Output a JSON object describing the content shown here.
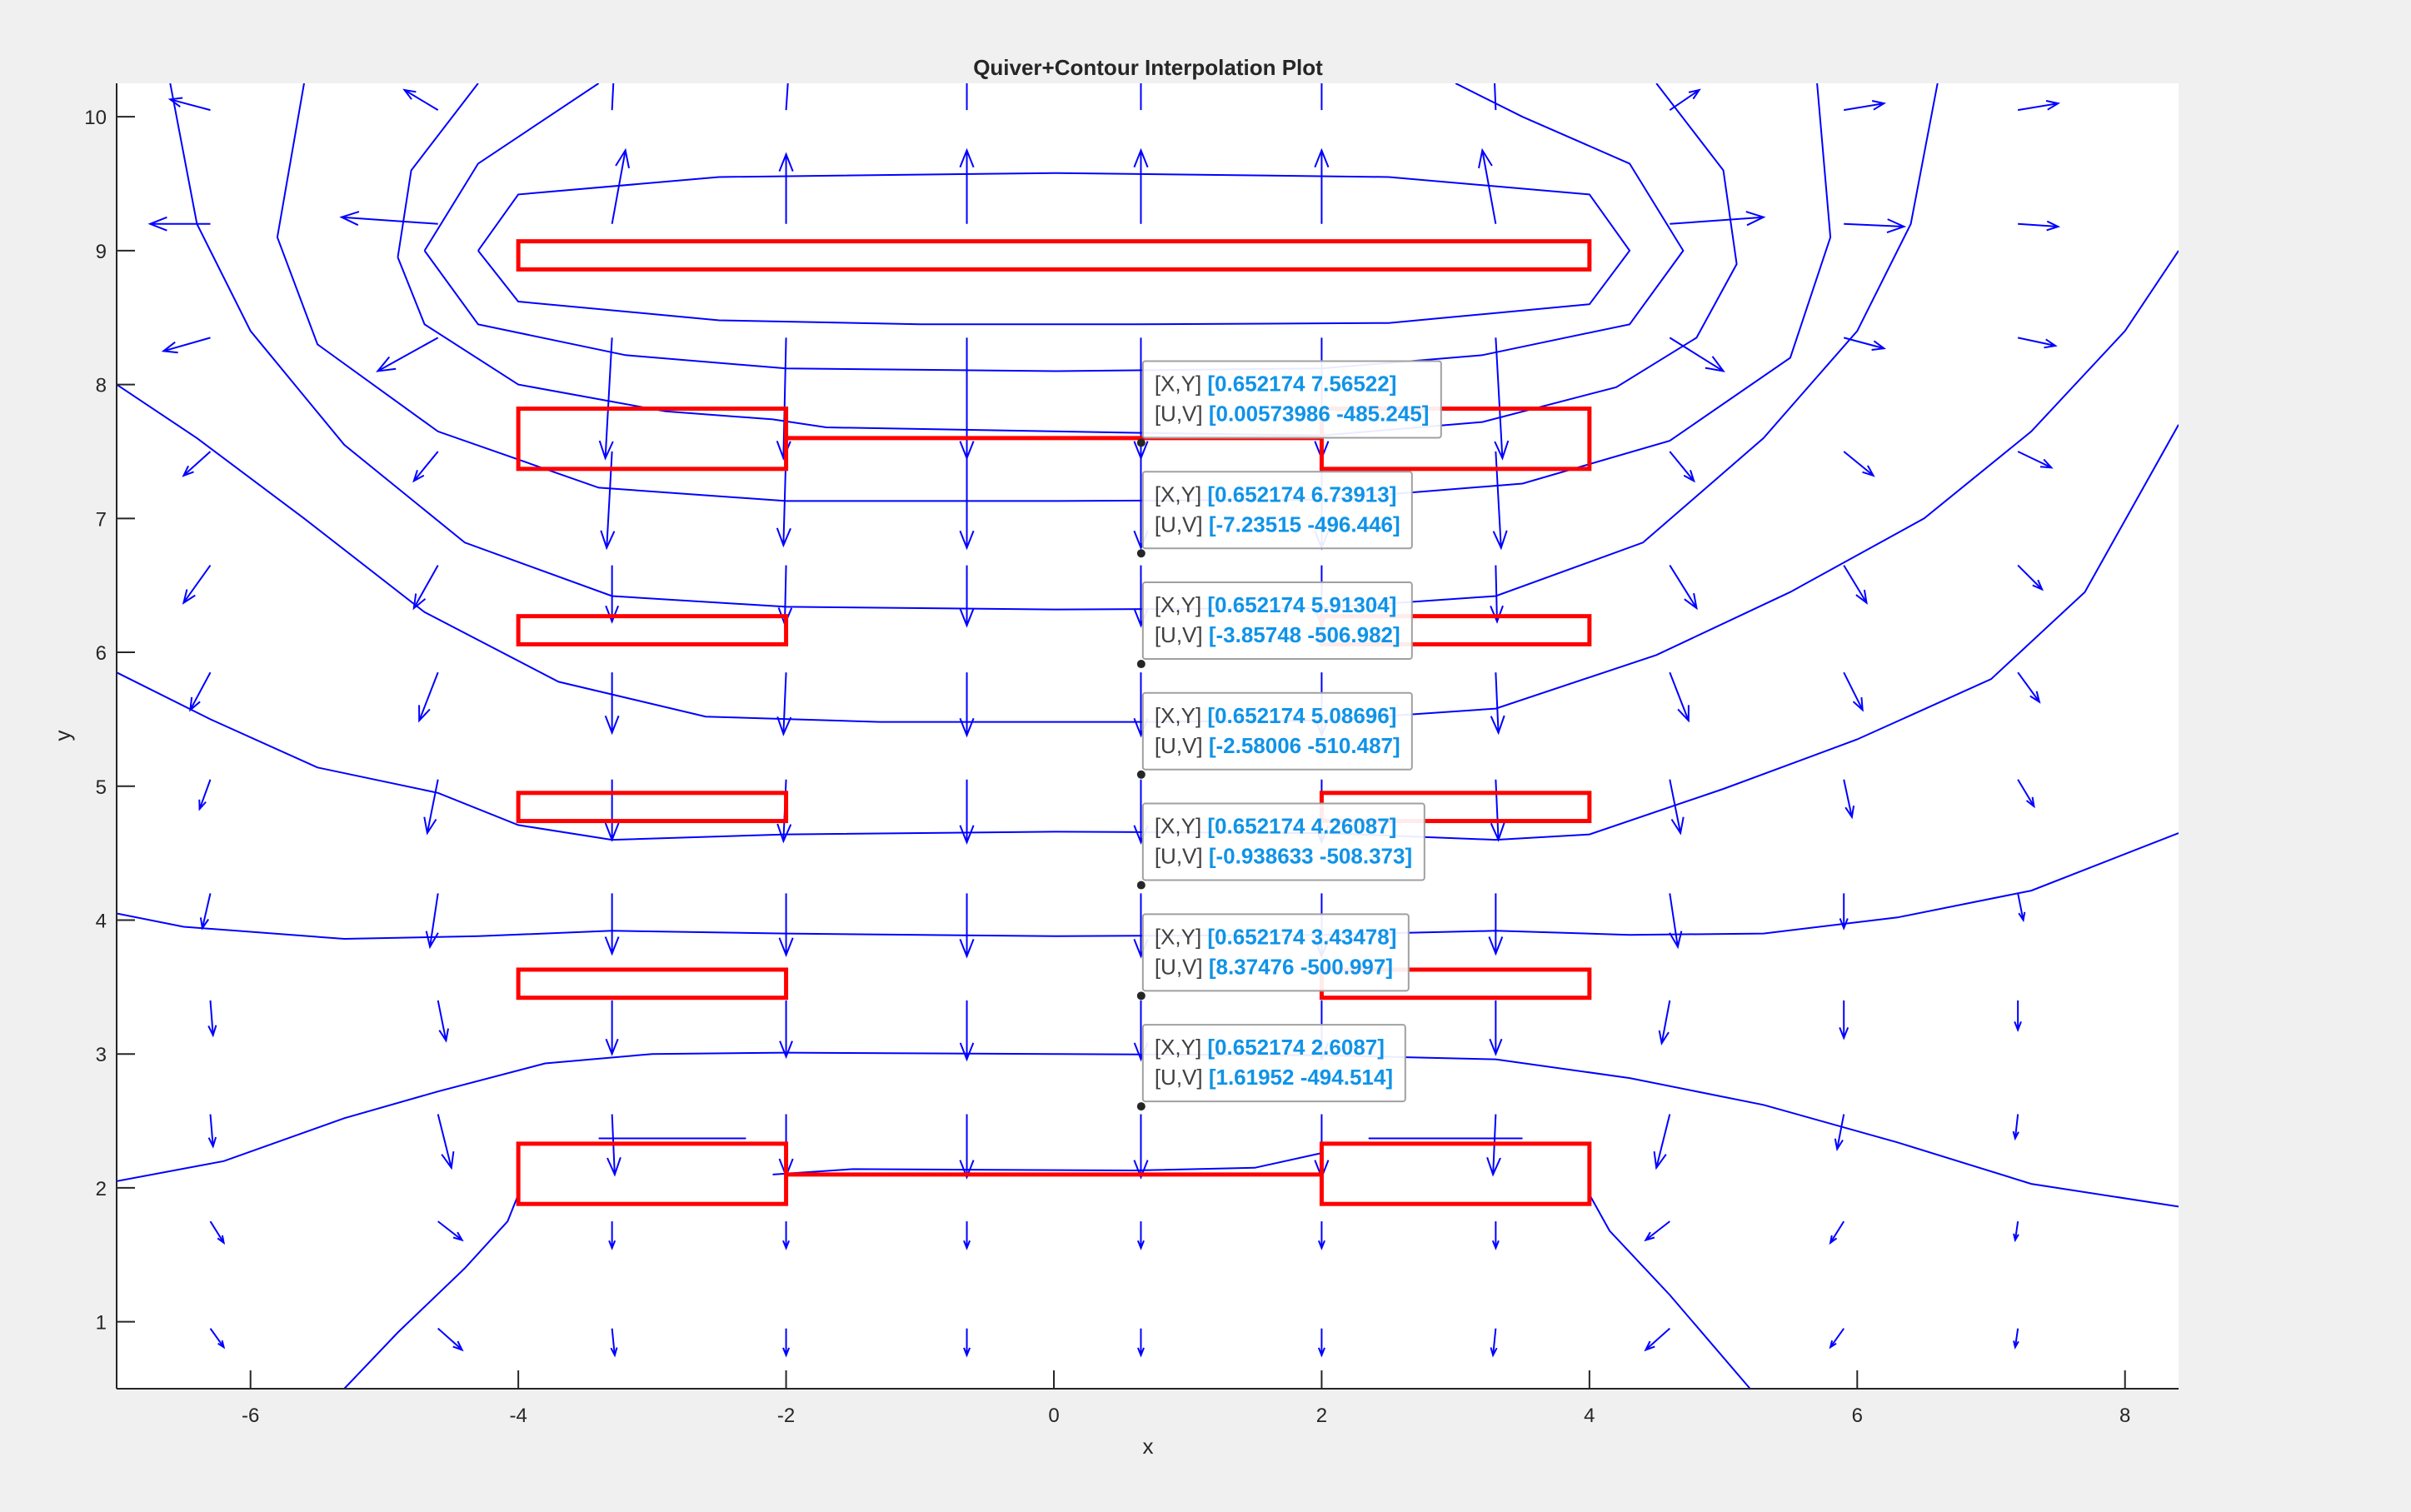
{
  "chart_data": {
    "type": "quiver+contour",
    "title": "Quiver+Contour Interpolation Plot",
    "xlabel": "x",
    "ylabel": "y",
    "xlim": [
      -7,
      8.4
    ],
    "ylim": [
      0.5,
      10.25
    ],
    "xticks": [
      -6,
      -4,
      -2,
      0,
      2,
      4,
      6,
      8
    ],
    "yticks": [
      1,
      2,
      3,
      4,
      5,
      6,
      7,
      8,
      9,
      10
    ],
    "colors": {
      "quiver": "#0000ff",
      "contour": "#0000ff",
      "electrodes": "#ff0000",
      "tip_value": "#0f93e8",
      "axes_bg": "#ffffff",
      "figure_bg": "#f0f0f0"
    },
    "electrodes": [
      {
        "x": [
          -4,
          4
        ],
        "y": [
          8.86,
          9.07
        ]
      },
      {
        "x": [
          -4,
          -2
        ],
        "y": [
          7.37,
          7.82
        ]
      },
      {
        "x": [
          2,
          4
        ],
        "y": [
          7.37,
          7.82
        ]
      },
      {
        "x": [
          -2,
          2
        ],
        "y": [
          7.6,
          7.6
        ]
      },
      {
        "x": [
          -4,
          -2
        ],
        "y": [
          6.06,
          6.27
        ]
      },
      {
        "x": [
          2,
          4
        ],
        "y": [
          6.06,
          6.27
        ]
      },
      {
        "x": [
          -4,
          -2
        ],
        "y": [
          4.74,
          4.95
        ]
      },
      {
        "x": [
          2,
          4
        ],
        "y": [
          4.74,
          4.95
        ]
      },
      {
        "x": [
          -4,
          -2
        ],
        "y": [
          3.42,
          3.63
        ]
      },
      {
        "x": [
          2,
          4
        ],
        "y": [
          3.42,
          3.63
        ]
      },
      {
        "x": [
          -4,
          -2
        ],
        "y": [
          1.88,
          2.33
        ]
      },
      {
        "x": [
          2,
          4
        ],
        "y": [
          1.88,
          2.33
        ]
      },
      {
        "x": [
          -2,
          2
        ],
        "y": [
          2.1,
          2.1
        ]
      }
    ],
    "contours": [
      {
        "level": 1,
        "points": [
          [
            -4.3,
            9.0
          ],
          [
            -4.0,
            8.62
          ],
          [
            -2.5,
            8.48
          ],
          [
            -1,
            8.45
          ],
          [
            0.6,
            8.45
          ],
          [
            2.5,
            8.46
          ],
          [
            4.0,
            8.6
          ],
          [
            4.3,
            9.0
          ],
          [
            4.0,
            9.42
          ],
          [
            2.5,
            9.55
          ],
          [
            0,
            9.58
          ],
          [
            -2.5,
            9.55
          ],
          [
            -4.0,
            9.42
          ],
          [
            -4.3,
            9.0
          ]
        ]
      },
      {
        "level": 2,
        "points": [
          [
            -4.7,
            9.0
          ],
          [
            -4.3,
            8.45
          ],
          [
            -3.2,
            8.22
          ],
          [
            -2,
            8.12
          ],
          [
            0,
            8.1
          ],
          [
            2,
            8.12
          ],
          [
            3.2,
            8.22
          ],
          [
            4.3,
            8.45
          ],
          [
            4.7,
            9.0
          ],
          [
            4.3,
            9.65
          ],
          [
            3.5,
            10.0
          ],
          [
            3.0,
            10.25
          ]
        ]
      },
      {
        "level": 2.1,
        "points": [
          [
            -3.4,
            10.25
          ],
          [
            -4.3,
            9.65
          ],
          [
            -4.7,
            9.0
          ]
        ]
      },
      {
        "level": 3,
        "points": [
          [
            -4.9,
            8.95
          ],
          [
            -4.7,
            8.45
          ],
          [
            -4.0,
            8.0
          ],
          [
            -2.9,
            7.8
          ],
          [
            -2.1,
            7.74
          ],
          [
            -1.7,
            7.68
          ],
          [
            0.6,
            7.64
          ],
          [
            2.0,
            7.62
          ],
          [
            3.2,
            7.72
          ],
          [
            4.2,
            7.98
          ],
          [
            4.8,
            8.35
          ],
          [
            5.1,
            8.9
          ],
          [
            5.0,
            9.6
          ],
          [
            4.5,
            10.25
          ]
        ]
      },
      {
        "level": 3.1,
        "points": [
          [
            -4.3,
            10.25
          ],
          [
            -4.8,
            9.6
          ],
          [
            -4.9,
            8.95
          ]
        ]
      },
      {
        "level": 4,
        "points": [
          [
            -5.6,
            10.25
          ],
          [
            -5.8,
            9.1
          ],
          [
            -5.5,
            8.3
          ],
          [
            -4.6,
            7.65
          ],
          [
            -3.4,
            7.23
          ],
          [
            -2,
            7.13
          ],
          [
            0,
            7.13
          ],
          [
            2,
            7.14
          ],
          [
            3.5,
            7.26
          ],
          [
            4.6,
            7.58
          ],
          [
            5.5,
            8.2
          ],
          [
            5.8,
            9.1
          ],
          [
            5.7,
            10.25
          ]
        ]
      },
      {
        "level": 5,
        "points": [
          [
            -6.6,
            10.25
          ],
          [
            -6.4,
            9.2
          ],
          [
            -6.0,
            8.4
          ],
          [
            -5.3,
            7.55
          ],
          [
            -4.4,
            6.82
          ],
          [
            -3.3,
            6.42
          ],
          [
            -2,
            6.34
          ],
          [
            0,
            6.32
          ],
          [
            2,
            6.33
          ],
          [
            3.3,
            6.42
          ],
          [
            4.4,
            6.82
          ],
          [
            5.3,
            7.6
          ],
          [
            6.0,
            8.4
          ],
          [
            6.4,
            9.2
          ],
          [
            6.6,
            10.25
          ]
        ]
      },
      {
        "level": 6,
        "points": [
          [
            -7,
            8.0
          ],
          [
            -6.4,
            7.6
          ],
          [
            -5.6,
            7.0
          ],
          [
            -4.7,
            6.3
          ],
          [
            -3.7,
            5.78
          ],
          [
            -2.6,
            5.52
          ],
          [
            -1.3,
            5.48
          ],
          [
            0.6,
            5.48
          ],
          [
            2,
            5.49
          ],
          [
            3.3,
            5.58
          ],
          [
            4.5,
            5.98
          ],
          [
            5.5,
            6.45
          ],
          [
            6.5,
            7.0
          ],
          [
            7.3,
            7.65
          ],
          [
            8.0,
            8.4
          ],
          [
            8.4,
            9.0
          ]
        ]
      },
      {
        "level": 7,
        "points": [
          [
            -7,
            5.85
          ],
          [
            -6.3,
            5.5
          ],
          [
            -5.5,
            5.14
          ],
          [
            -4.6,
            4.95
          ],
          [
            -4.0,
            4.71
          ],
          [
            -3.3,
            4.6
          ],
          [
            -2,
            4.64
          ],
          [
            0,
            4.66
          ],
          [
            2,
            4.65
          ],
          [
            3.3,
            4.6
          ],
          [
            4.0,
            4.64
          ],
          [
            5.0,
            4.98
          ],
          [
            6.0,
            5.35
          ],
          [
            7.0,
            5.8
          ],
          [
            7.7,
            6.45
          ],
          [
            8.4,
            7.7
          ]
        ]
      },
      {
        "level": 8,
        "points": [
          [
            -7,
            4.05
          ],
          [
            -6.5,
            3.95
          ],
          [
            -5.3,
            3.86
          ],
          [
            -4.3,
            3.88
          ],
          [
            -3.3,
            3.92
          ],
          [
            -2,
            3.9
          ],
          [
            0,
            3.88
          ],
          [
            2,
            3.89
          ],
          [
            3.3,
            3.92
          ],
          [
            4.3,
            3.89
          ],
          [
            5.3,
            3.9
          ],
          [
            6.3,
            4.02
          ],
          [
            7.3,
            4.22
          ],
          [
            8.4,
            4.65
          ]
        ]
      },
      {
        "level": 9,
        "points": [
          [
            -7,
            2.05
          ],
          [
            -6.2,
            2.2
          ],
          [
            -5.3,
            2.52
          ],
          [
            -4.6,
            2.72
          ],
          [
            -3.8,
            2.93
          ],
          [
            -3.0,
            3.0
          ],
          [
            -2,
            3.01
          ],
          [
            0,
            3.0
          ],
          [
            2,
            2.99
          ],
          [
            3.3,
            2.96
          ],
          [
            4.3,
            2.82
          ],
          [
            5.3,
            2.62
          ],
          [
            6.3,
            2.34
          ],
          [
            7.3,
            2.03
          ],
          [
            8.4,
            1.86
          ]
        ]
      },
      {
        "level": 10,
        "points": [
          [
            -5.3,
            0.5
          ],
          [
            -4.9,
            0.92
          ],
          [
            -4.4,
            1.4
          ],
          [
            -4.08,
            1.75
          ],
          [
            -4.0,
            1.95
          ]
        ]
      },
      {
        "level": 10.1,
        "points": [
          [
            4.0,
            1.95
          ],
          [
            4.15,
            1.68
          ],
          [
            4.6,
            1.2
          ],
          [
            5.2,
            0.5
          ]
        ]
      },
      {
        "level": 10.2,
        "points": [
          [
            -2.1,
            2.1
          ],
          [
            -1.5,
            2.14
          ],
          [
            0.6,
            2.13
          ],
          [
            1.5,
            2.15
          ],
          [
            2.0,
            2.26
          ]
        ]
      },
      {
        "level": 10.3,
        "points": [
          [
            -3.4,
            2.37
          ],
          [
            -2.3,
            2.37
          ]
        ]
      },
      {
        "level": 10.4,
        "points": [
          [
            2.35,
            2.37
          ],
          [
            3.5,
            2.37
          ]
        ]
      }
    ],
    "quiver": {
      "x": [
        -6.3,
        -4.6,
        -3.3,
        -2.0,
        -0.65,
        0.65,
        2.0,
        3.3,
        4.6,
        5.9,
        7.2
      ],
      "y": [
        10.05,
        9.2,
        8.35,
        7.5,
        6.65,
        5.85,
        5.05,
        4.2,
        3.4,
        2.55,
        1.75,
        0.95
      ],
      "u": [
        [
          -0.3,
          -0.25,
          0.02,
          0.02,
          0.0,
          0.0,
          0.0,
          -0.02,
          0.22,
          0.3,
          0.3
        ],
        [
          -0.45,
          -0.72,
          0.1,
          0.0,
          0.0,
          0.0,
          0.0,
          -0.1,
          0.7,
          0.45,
          0.3
        ],
        [
          -0.35,
          -0.45,
          -0.05,
          -0.02,
          0.0,
          0.0,
          0.0,
          0.05,
          0.4,
          0.3,
          0.28
        ],
        [
          -0.2,
          -0.18,
          -0.04,
          -0.02,
          0.0,
          0.0,
          0.0,
          0.04,
          0.18,
          0.22,
          0.25
        ],
        [
          -0.2,
          -0.18,
          0.0,
          -0.01,
          0.0,
          0.0,
          0.0,
          0.01,
          0.2,
          0.17,
          0.18
        ],
        [
          -0.15,
          -0.14,
          0.0,
          -0.02,
          0.0,
          0.0,
          0.0,
          0.02,
          0.14,
          0.14,
          0.16
        ],
        [
          -0.08,
          -0.08,
          0.0,
          -0.02,
          0.0,
          0.0,
          0.0,
          0.02,
          0.08,
          0.06,
          0.12
        ],
        [
          -0.06,
          -0.06,
          0.0,
          0.0,
          0.0,
          0.0,
          0.0,
          0.0,
          0.06,
          0.0,
          0.04
        ],
        [
          0.02,
          0.06,
          0.0,
          0.0,
          0.0,
          0.0,
          0.0,
          0.0,
          -0.06,
          0.0,
          0.0
        ],
        [
          0.02,
          0.1,
          0.02,
          0.0,
          0.0,
          0.0,
          0.0,
          -0.02,
          -0.1,
          -0.05,
          -0.02
        ],
        [
          0.1,
          0.18,
          0.0,
          0.0,
          0.0,
          0.0,
          0.0,
          0.0,
          -0.18,
          -0.1,
          -0.02
        ],
        [
          0.1,
          0.18,
          0.02,
          0.0,
          0.0,
          0.0,
          0.0,
          -0.02,
          -0.18,
          -0.1,
          -0.02
        ]
      ],
      "v": [
        [
          0.08,
          0.15,
          0.4,
          0.3,
          0.5,
          0.5,
          0.5,
          0.5,
          0.15,
          0.05,
          0.05
        ],
        [
          0.0,
          0.05,
          0.55,
          0.52,
          0.55,
          0.55,
          0.55,
          0.55,
          0.05,
          -0.02,
          -0.02
        ],
        [
          -0.1,
          -0.25,
          -0.9,
          -0.9,
          -0.9,
          -0.9,
          -0.9,
          -0.9,
          -0.25,
          -0.08,
          -0.06
        ],
        [
          -0.18,
          -0.22,
          -0.72,
          -0.7,
          -0.72,
          -0.72,
          -0.72,
          -0.72,
          -0.22,
          -0.18,
          -0.12
        ],
        [
          -0.28,
          -0.32,
          -0.42,
          -0.44,
          -0.45,
          -0.45,
          -0.45,
          -0.42,
          -0.32,
          -0.28,
          -0.18
        ],
        [
          -0.28,
          -0.36,
          -0.45,
          -0.46,
          -0.47,
          -0.47,
          -0.47,
          -0.45,
          -0.36,
          -0.28,
          -0.22
        ],
        [
          -0.22,
          -0.4,
          -0.45,
          -0.46,
          -0.47,
          -0.47,
          -0.47,
          -0.45,
          -0.4,
          -0.28,
          -0.2
        ],
        [
          -0.26,
          -0.4,
          -0.45,
          -0.46,
          -0.47,
          -0.47,
          -0.47,
          -0.45,
          -0.4,
          -0.26,
          -0.2
        ],
        [
          -0.26,
          -0.3,
          -0.4,
          -0.42,
          -0.44,
          -0.44,
          -0.44,
          -0.4,
          -0.32,
          -0.28,
          -0.22
        ],
        [
          -0.24,
          -0.4,
          -0.45,
          -0.46,
          -0.47,
          -0.47,
          -0.47,
          -0.45,
          -0.4,
          -0.26,
          -0.18
        ],
        [
          -0.16,
          -0.14,
          -0.2,
          -0.2,
          -0.2,
          -0.2,
          -0.2,
          -0.2,
          -0.14,
          -0.16,
          -0.14
        ],
        [
          -0.14,
          -0.16,
          -0.2,
          -0.2,
          -0.2,
          -0.2,
          -0.2,
          -0.2,
          -0.16,
          -0.14,
          -0.14
        ]
      ]
    },
    "datatips": [
      {
        "x": 0.652174,
        "y": 7.56522,
        "xy_label": "[X,Y]",
        "xy_value": "[0.652174 7.56522]",
        "uv_label": "[U,V]",
        "uv_value": "[0.00573986 -485.245]"
      },
      {
        "x": 0.652174,
        "y": 6.73913,
        "xy_label": "[X,Y]",
        "xy_value": "[0.652174 6.73913]",
        "uv_label": "[U,V]",
        "uv_value": "[-7.23515 -496.446]"
      },
      {
        "x": 0.652174,
        "y": 5.91304,
        "xy_label": "[X,Y]",
        "xy_value": "[0.652174 5.91304]",
        "uv_label": "[U,V]",
        "uv_value": "[-3.85748 -506.982]"
      },
      {
        "x": 0.652174,
        "y": 5.08696,
        "xy_label": "[X,Y]",
        "xy_value": "[0.652174 5.08696]",
        "uv_label": "[U,V]",
        "uv_value": "[-2.58006 -510.487]"
      },
      {
        "x": 0.652174,
        "y": 4.26087,
        "xy_label": "[X,Y]",
        "xy_value": "[0.652174 4.26087]",
        "uv_label": "[U,V]",
        "uv_value": "[-0.938633 -508.373]"
      },
      {
        "x": 0.652174,
        "y": 3.43478,
        "xy_label": "[X,Y]",
        "xy_value": "[0.652174 3.43478]",
        "uv_label": "[U,V]",
        "uv_value": "[8.37476 -500.997]"
      },
      {
        "x": 0.652174,
        "y": 2.6087,
        "xy_label": "[X,Y]",
        "xy_value": "[0.652174 2.6087]",
        "uv_label": "[U,V]",
        "uv_value": "[1.61952 -494.514]"
      }
    ]
  }
}
